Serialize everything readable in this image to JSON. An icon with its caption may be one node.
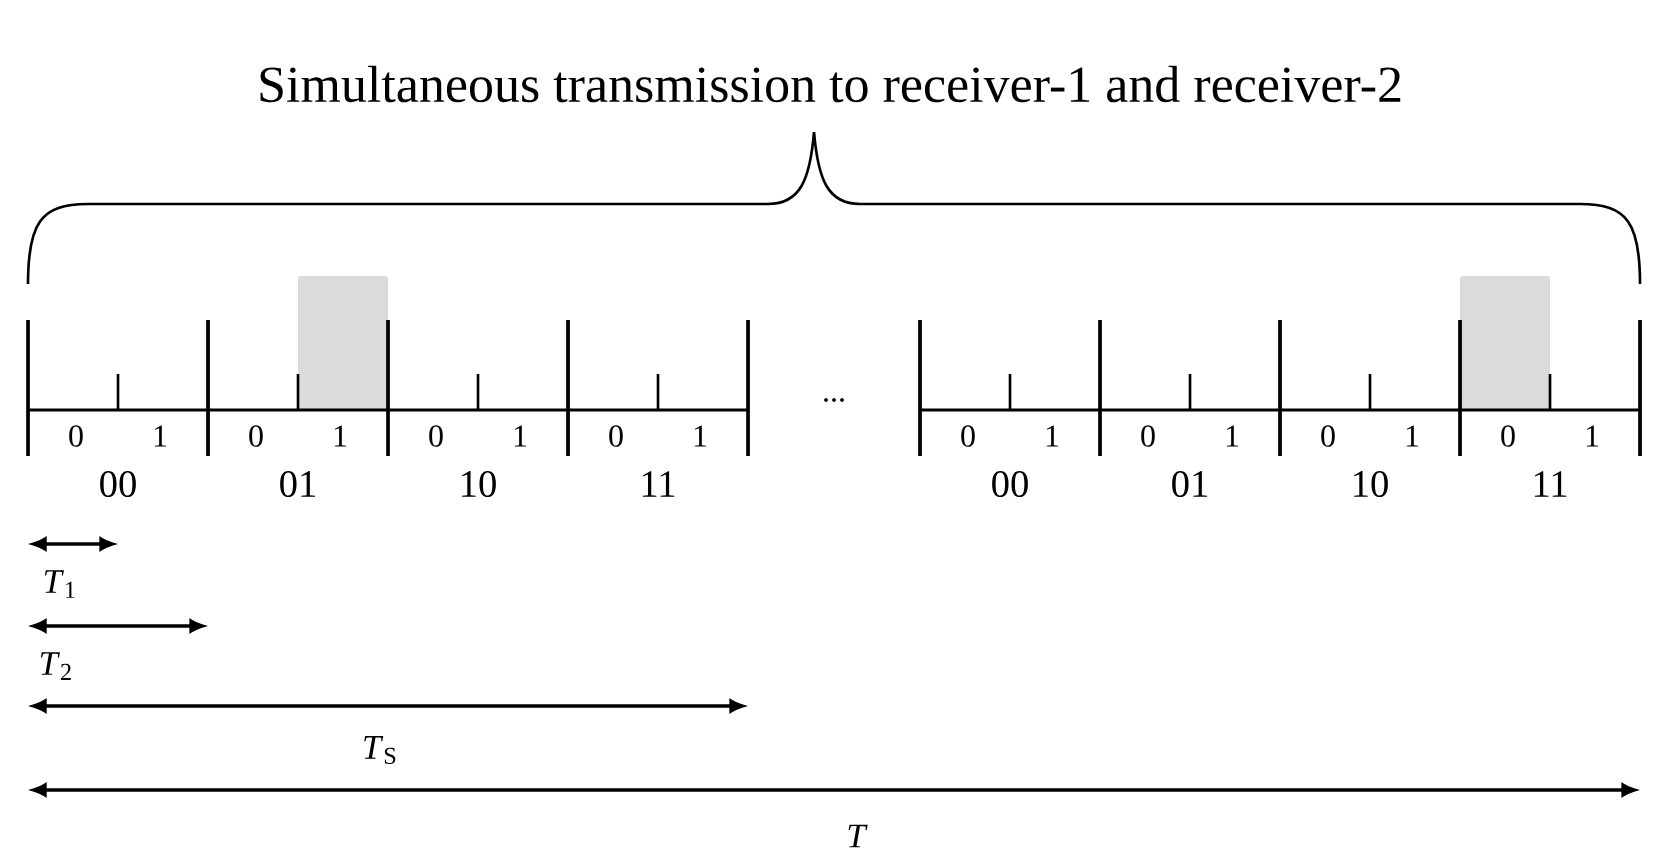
{
  "diagram": {
    "title": "Simultaneous transmission to receiver-1 and receiver-2",
    "labels": [
      "0",
      "1",
      "0",
      "1",
      "0",
      "1",
      "0",
      "1",
      "...",
      "0",
      "1",
      "0",
      "1",
      "0",
      "1",
      "0",
      "1",
      "00",
      "01",
      "10",
      "11",
      "00",
      "01",
      "10",
      "11",
      "*T*$_{1}$",
      "*T*$_{2}$",
      "*T*$_{S}$",
      "T"
    ]
  }
}
